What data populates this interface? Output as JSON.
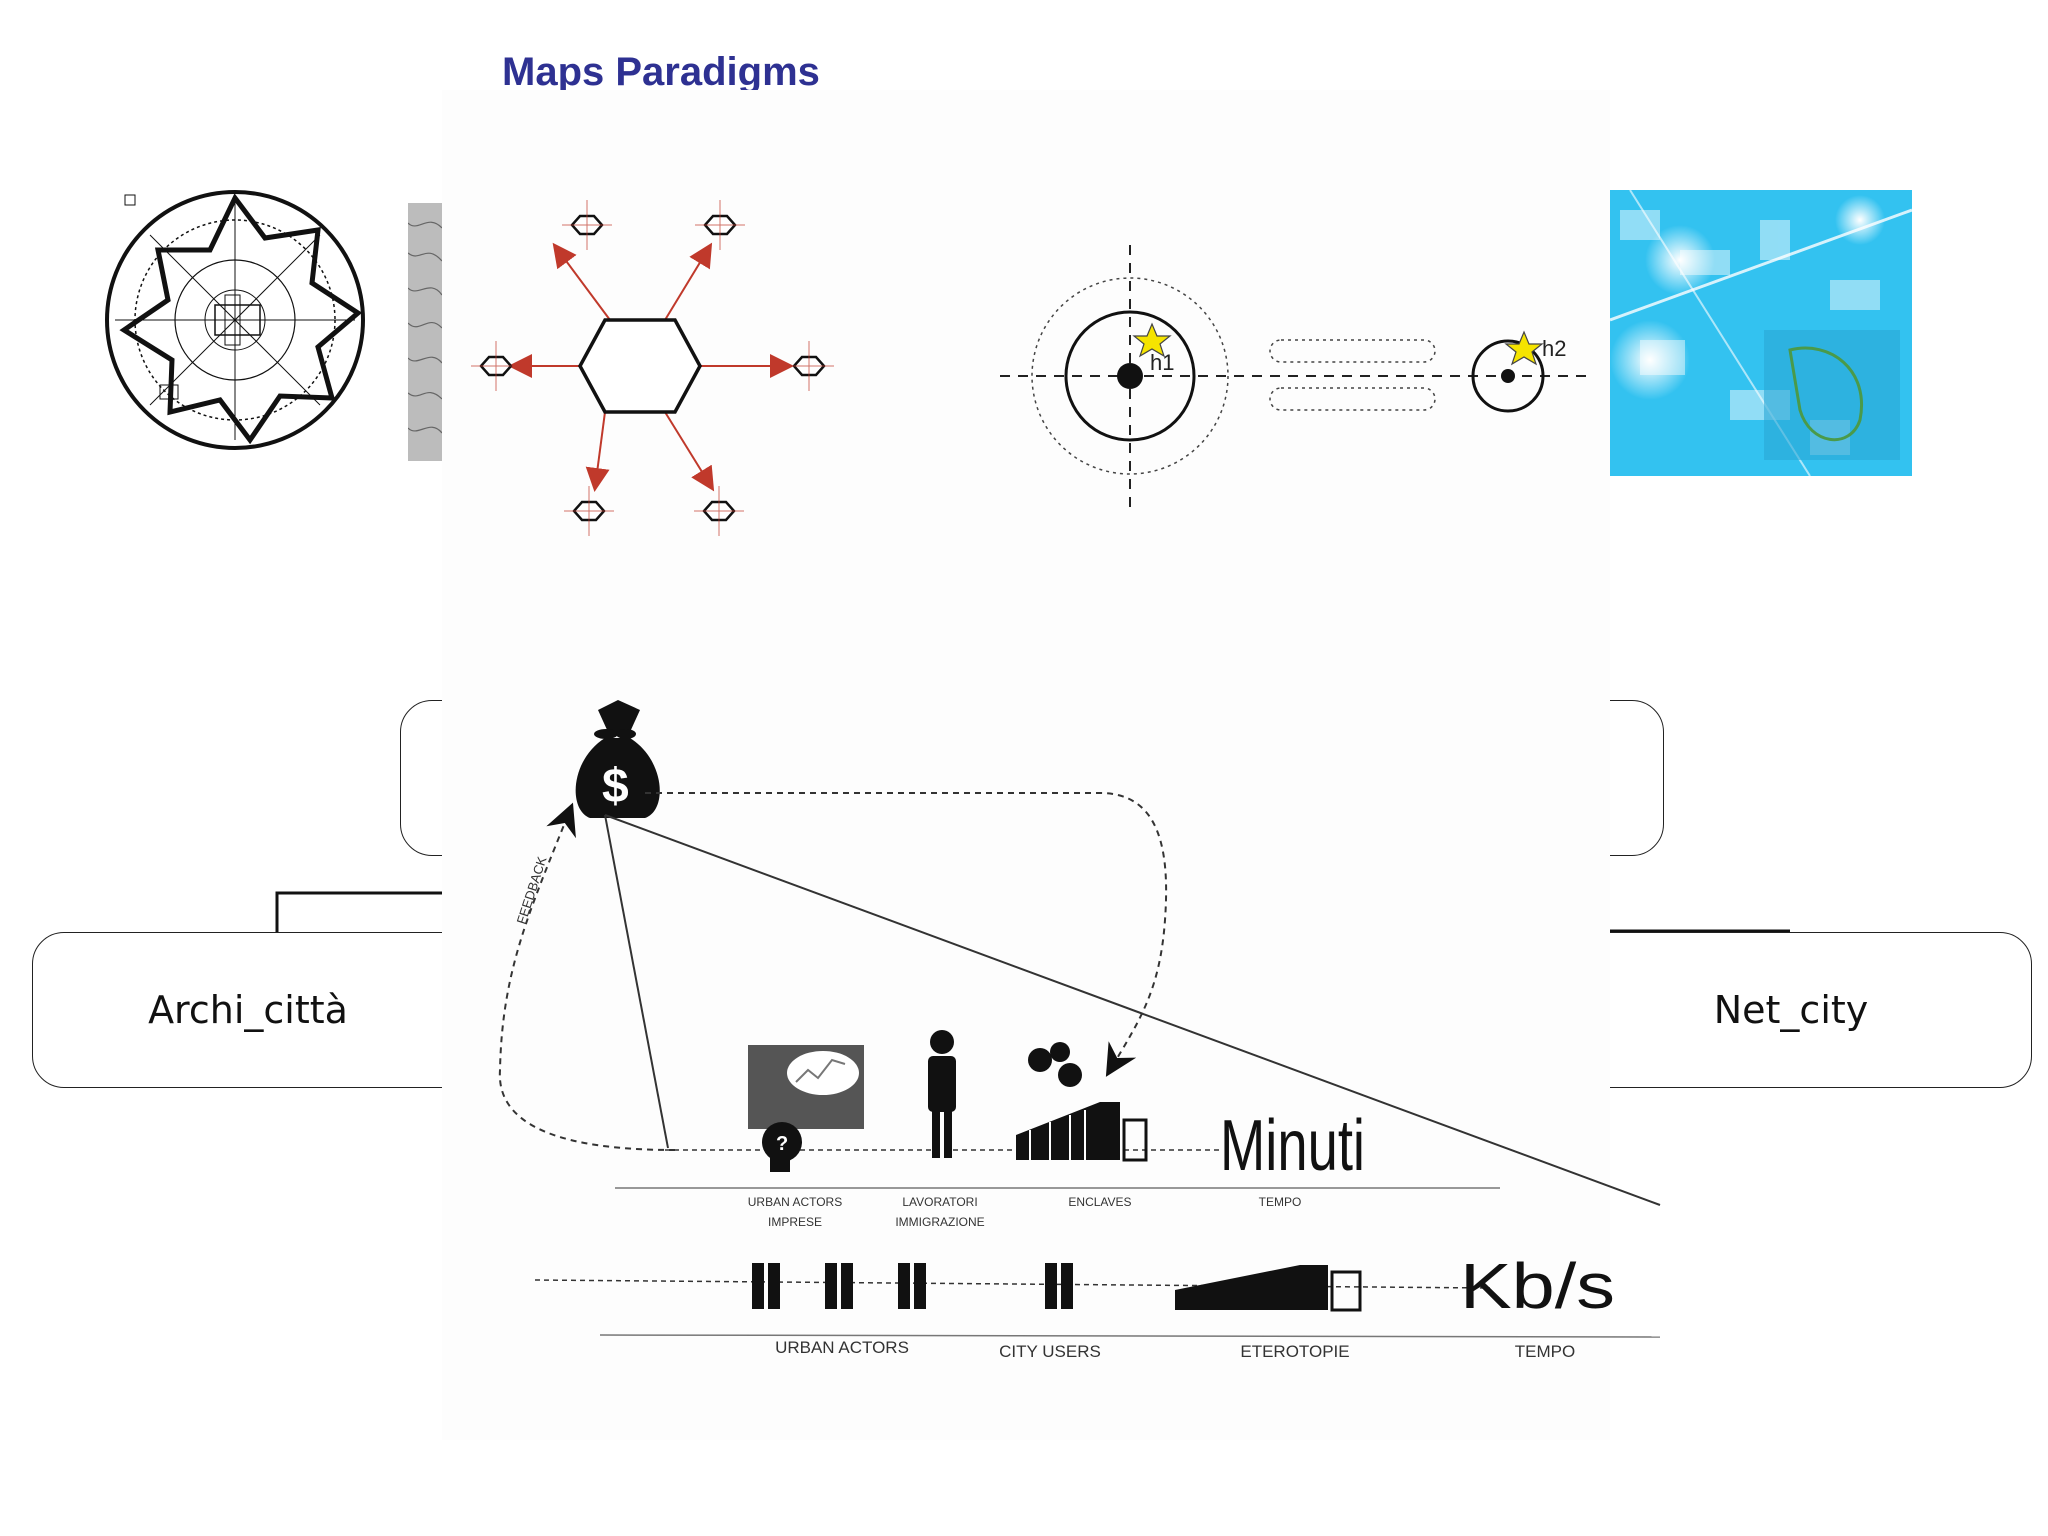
{
  "slide": {
    "title": "Maps Paradigms"
  },
  "nodes": {
    "left": "Archi_città",
    "right": "Net_city"
  },
  "top_diagram": {
    "hub_labels": [
      "h1",
      "h2"
    ]
  },
  "bottom_diagram": {
    "feedback_label": "FEEDBACK",
    "row1": {
      "big_label": "Minuti",
      "captions": [
        {
          "line1": "URBAN ACTORS",
          "line2": "IMPRESE"
        },
        {
          "line1": "LAVORATORI",
          "line2": "IMMIGRAZIONE"
        },
        {
          "line1": "ENCLAVES",
          "line2": ""
        },
        {
          "line1": "TEMPO",
          "line2": ""
        }
      ]
    },
    "row2": {
      "big_label": "Kb/s",
      "captions": [
        "URBAN ACTORS",
        "CITY USERS",
        "ETEROTOPIE",
        "TEMPO"
      ]
    }
  },
  "colors": {
    "title": "#2e3192",
    "arrow_red": "#c0392b",
    "star": "#f5e400",
    "map_blue": "#33c2f0"
  },
  "icons": [
    "ideal-city-plan-icon",
    "money-bag-icon",
    "thinking-head-icon",
    "worker-icon",
    "factory-icon",
    "city-users-icon"
  ]
}
